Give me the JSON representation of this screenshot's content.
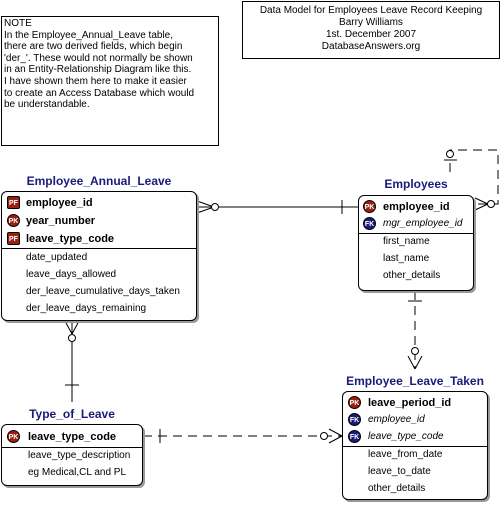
{
  "note": {
    "lines": [
      "NOTE",
      "In the Employee_Annual_Leave table,",
      "there are two derived fields, which begin",
      "'der_'. These would not normally be shown",
      "in an Entity-Relationship Diagram like this.",
      "I have shown them here to make it easier",
      "to create an Access Database which would",
      "be understandable."
    ]
  },
  "title_block": {
    "lines": [
      "Data Model for Employees Leave Record Keeping",
      "Barry Williams",
      "1st. December 2007",
      "DatabaseAnswers.org"
    ]
  },
  "entities": {
    "employee_annual_leave": {
      "name": "Employee_Annual_Leave",
      "keys": [
        {
          "badge": "PF",
          "name": "employee_id"
        },
        {
          "badge": "PK",
          "name": "year_number"
        },
        {
          "badge": "PF",
          "name": "leave_type_code"
        }
      ],
      "attributes": [
        "date_updated",
        "leave_days_allowed",
        "der_leave_cumulative_days_taken",
        "der_leave_days_remaining"
      ]
    },
    "employees": {
      "name": "Employees",
      "keys": [
        {
          "badge": "PK",
          "name": "employee_id"
        },
        {
          "badge": "FK",
          "name": "mgr_employee_id"
        }
      ],
      "attributes": [
        "first_name",
        "last_name",
        "other_details"
      ]
    },
    "type_of_leave": {
      "name": "Type_of_Leave",
      "keys": [
        {
          "badge": "PK",
          "name": "leave_type_code"
        }
      ],
      "attributes": [
        "leave_type_description",
        "eg Medical,CL and PL"
      ]
    },
    "employee_leave_taken": {
      "name": "Employee_Leave_Taken",
      "keys": [
        {
          "badge": "PK",
          "name": "leave_period_id"
        },
        {
          "badge": "FK",
          "name": "employee_id"
        },
        {
          "badge": "FK",
          "name": "leave_type_code"
        }
      ],
      "attributes": [
        "leave_from_date",
        "leave_to_date",
        "other_details"
      ]
    }
  }
}
